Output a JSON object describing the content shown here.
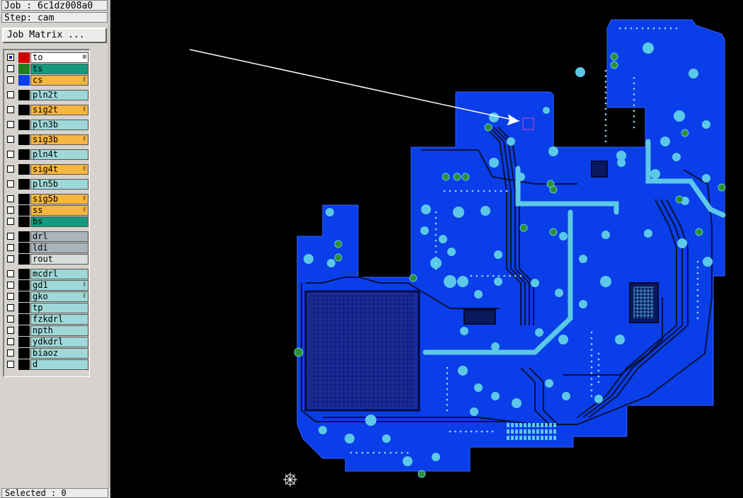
{
  "header": {
    "job": "Job : 6c1dz008a0",
    "step": "Step: cam"
  },
  "job_matrix_label": "Job Matrix ...",
  "layers": [
    {
      "name": "to",
      "color": "#ffffff",
      "swatch": "#d00000",
      "checked": true,
      "mark": "⊞"
    },
    {
      "name": "ts",
      "color": "#159a80",
      "swatch": "#1f7f1f",
      "checked": false,
      "mark": ""
    },
    {
      "name": "cs",
      "color": "#f6b642",
      "swatch": "#0a3ee8",
      "checked": false,
      "mark": "ℓ"
    },
    {
      "name": "pln2t",
      "color": "#9fd8d8",
      "swatch": "",
      "checked": false,
      "mark": ""
    },
    {
      "name": "sig2t",
      "color": "#f6b642",
      "swatch": "",
      "checked": false,
      "mark": "ℓ"
    },
    {
      "name": "pln3b",
      "color": "#9fd8d8",
      "swatch": "",
      "checked": false,
      "mark": ""
    },
    {
      "name": "sig3b",
      "color": "#f6b642",
      "swatch": "",
      "checked": false,
      "mark": "ℓ"
    },
    {
      "name": "pln4t",
      "color": "#9fd8d8",
      "swatch": "",
      "checked": false,
      "mark": ""
    },
    {
      "name": "sig4t",
      "color": "#f6b642",
      "swatch": "",
      "checked": false,
      "mark": "ℓ"
    },
    {
      "name": "pln5b",
      "color": "#9fd8d8",
      "swatch": "",
      "checked": false,
      "mark": ""
    },
    {
      "name": "sig5b",
      "color": "#f6b642",
      "swatch": "",
      "checked": false,
      "mark": "ℓ"
    },
    {
      "name": "ss",
      "color": "#f6b642",
      "swatch": "",
      "checked": false,
      "mark": "ℓ"
    },
    {
      "name": "bs",
      "color": "#159a80",
      "swatch": "",
      "checked": false,
      "mark": ""
    },
    {
      "name": "drl",
      "color": "#a9b4bb",
      "swatch": "",
      "checked": false,
      "mark": ""
    },
    {
      "name": "ldi",
      "color": "#a9b4bb",
      "swatch": "",
      "checked": false,
      "mark": ""
    },
    {
      "name": "rout",
      "color": "#d8dcdc",
      "swatch": "",
      "checked": false,
      "mark": ""
    },
    {
      "name": "mcdrl",
      "color": "#9fd8d8",
      "swatch": "",
      "checked": false,
      "mark": ""
    },
    {
      "name": "gd1",
      "color": "#9fd8d8",
      "swatch": "",
      "checked": false,
      "mark": "ℓ"
    },
    {
      "name": "gko",
      "color": "#9fd8d8",
      "swatch": "",
      "checked": false,
      "mark": "ℓ"
    },
    {
      "name": "tp",
      "color": "#9fd8d8",
      "swatch": "",
      "checked": false,
      "mark": ""
    },
    {
      "name": "fzkdrl",
      "color": "#9fd8d8",
      "swatch": "",
      "checked": false,
      "mark": ""
    },
    {
      "name": "npth",
      "color": "#9fd8d8",
      "swatch": "",
      "checked": false,
      "mark": ""
    },
    {
      "name": "ydkdrl",
      "color": "#9fd8d8",
      "swatch": "",
      "checked": false,
      "mark": ""
    },
    {
      "name": "biaoz",
      "color": "#9fd8d8",
      "swatch": "",
      "checked": false,
      "mark": ""
    },
    {
      "name": "d",
      "color": "#9fd8d8",
      "swatch": "",
      "checked": false,
      "mark": ""
    }
  ],
  "status": "Selected : 0",
  "colors": {
    "board": "#0a3ee8",
    "pad": "#5cc8e8",
    "trace": "#06123a",
    "green": "#2f8f2f",
    "arrow": "#ffffff"
  }
}
